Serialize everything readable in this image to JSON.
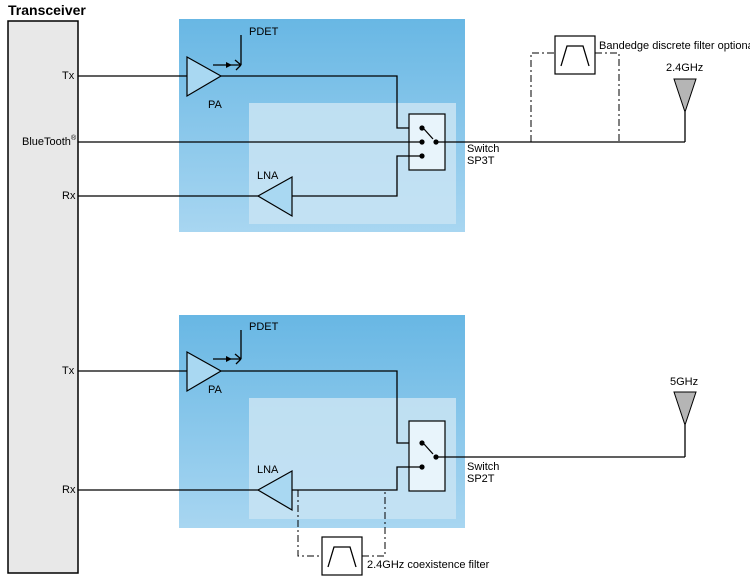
{
  "transceiver": {
    "title": "Transceiver",
    "tx_top": "Tx",
    "bluetooth": "BlueTooth",
    "bluetooth_mark": "®",
    "rx_top": "Rx",
    "tx_bottom": "Tx",
    "rx_bottom": "Rx"
  },
  "fem_24": {
    "pdet": "PDET",
    "pa": "PA",
    "lna": "LNA",
    "switch_label": "Switch",
    "switch_type": "SP3T",
    "filter_note": "Bandedge discrete filter optional",
    "antenna_label": "2.4GHz"
  },
  "fem_5": {
    "pdet": "PDET",
    "pa": "PA",
    "lna": "LNA",
    "switch_label": "Switch",
    "switch_type": "SP2T",
    "filter_note": "2.4GHz coexistence filter",
    "antenna_label": "5GHz"
  },
  "colors": {
    "module_outer": "#6cbbe6",
    "module_inner": "#c5e2f3",
    "amplifier_fill": "#a9d8f2",
    "antenna_fill": "#b5b5b5",
    "transceiver_fill": "#e8e8e8",
    "switch_fill": "#e8f4fb"
  }
}
